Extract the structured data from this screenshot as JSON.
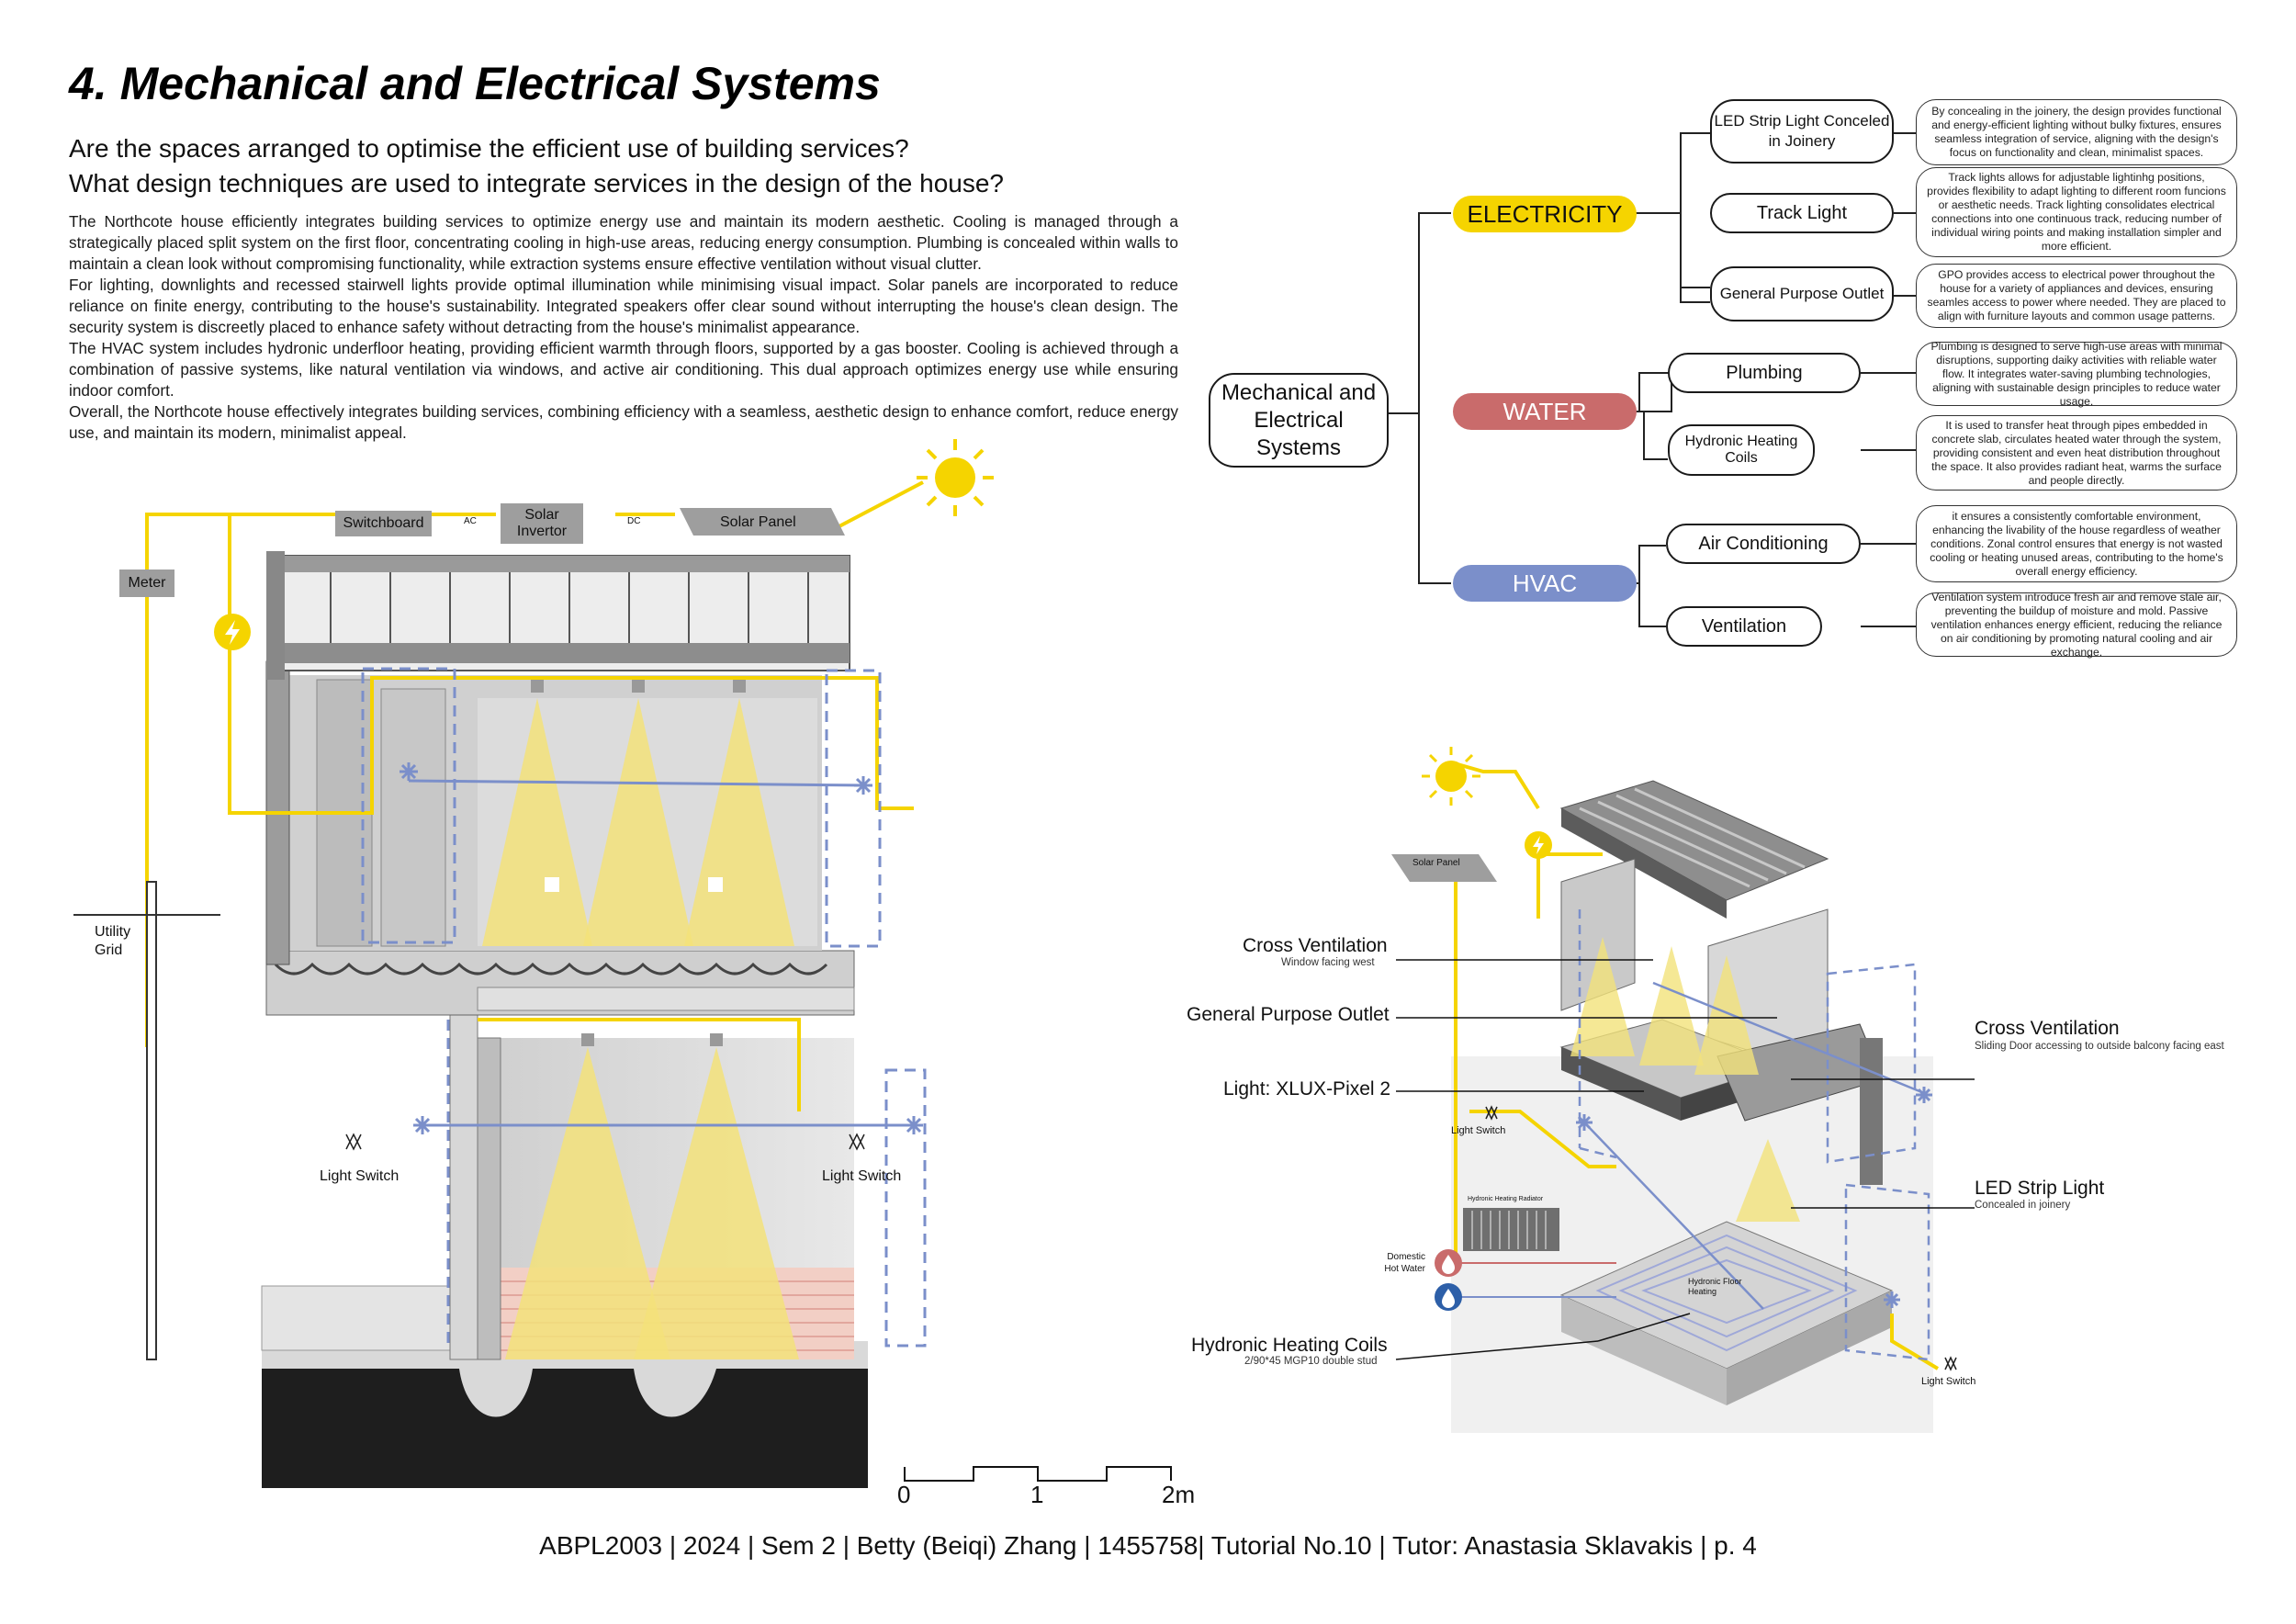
{
  "header": {
    "title": "4. Mechanical and Electrical Systems",
    "question1": "Are the spaces arranged to optimise the efficient use of building services?",
    "question2": "What design techniques are used to integrate services in the design of the house?"
  },
  "body": {
    "p1": "The Northcote house efficiently integrates building services to optimize energy use and maintain its modern aesthetic. Cooling is managed through a strategically placed split system on the first floor, concentrating cooling in high-use areas, reducing energy consumption. Plumbing is concealed within walls to maintain a clean look without compromising functionality, while extraction systems ensure effective ventilation without visual clutter.",
    "p2": "For lighting, downlights and recessed stairwell lights provide optimal illumination while minimising visual impact. Solar panels are incorporated to reduce reliance on finite energy, contributing to the house's sustainability. Integrated speakers offer clear sound without interrupting the house's clean design. The security system is discreetly placed to enhance safety without detracting from the house's minimalist appearance.",
    "p3": "The HVAC system includes hydronic underfloor heating, providing efficient warmth through floors, supported by a gas booster. Cooling is achieved through a combination of passive systems, like natural ventilation via windows, and active air conditioning. This dual approach optimizes energy use while ensuring indoor comfort.",
    "p4": "Overall, the Northcote house effectively integrates building services, combining efficiency with a seamless, aesthetic design to enhance comfort, reduce energy use, and maintain its modern, minimalist appeal."
  },
  "mindmap": {
    "root": "Mechanical and Electrical Systems",
    "categories": [
      {
        "label": "ELECTRICITY",
        "color": "#f5d400",
        "text_color": "#111111"
      },
      {
        "label": "WATER",
        "color": "#c96b6b",
        "text_color": "#ffffff"
      },
      {
        "label": "HVAC",
        "color": "#7b8fca",
        "text_color": "#ffffff"
      }
    ],
    "items": [
      {
        "label": "LED Strip Light Conceled in Joinery",
        "desc": "By concealing in the joinery, the design provides functional and energy-efficient lighting without bulky fixtures, ensures seamless integration of service, aligning with the design's focus on functionality and clean, minimalist spaces."
      },
      {
        "label": "Track Light",
        "desc": "Track lights allows for adjustable lightinhg positions, provides flexibility to adapt lighting to different room funcions or aesthetic needs. Track lighting consolidates electrical connections into one continuous track, reducing number of individual wiring points and making installation simpler and more efficient."
      },
      {
        "label": "General Purpose Outlet",
        "desc": "GPO provides access to electrical power throughout the house for a variety of appliances and devices, ensuring seamles access to power where needed. They are placed to align with furniture layouts and common usage patterns."
      },
      {
        "label": "Plumbing",
        "desc": "Plumbing is designed to serve high-use areas with minimal disruptions, supporting daiky activities with reliable water flow. It integrates water-saving plumbing technologies, aligning with sustainable design principles to reduce water usage."
      },
      {
        "label": "Hydronic Heating Coils",
        "desc": "It is used to transfer heat through pipes embedded in concrete slab, circulates heated water through the system, providing consistent and even heat distribution throughout the space. It also provides radiant heat, warms the surface and people directly."
      },
      {
        "label": "Air Conditioning",
        "desc": "it ensures a consistently comfortable environment, enhancing the livability of the house regardless of weather conditions. Zonal control ensures that energy is not wasted cooling or heating unused areas, contributing to the home's overall energy efficiency."
      },
      {
        "label": "Ventilation",
        "desc": "Ventilation system introduce fresh air and remove stale air, preventing the buildup of moisture and mold. Passive ventilation enhances energy efficient, reducing the reliance on air conditioning by promoting natural cooling and air exchange."
      }
    ]
  },
  "section": {
    "switchboard": "Switchboard",
    "ac": "AC",
    "solar_invertor": "Solar Invertor",
    "dc": "DC",
    "solar_panel": "Solar Panel",
    "meter": "Meter",
    "utility_grid": "Utility Grid",
    "light_switch_left": "Light Switch",
    "light_switch_right": "Light Switch"
  },
  "axo": {
    "solar_panel": "Solar Panel",
    "cross_ventilation_left": "Cross Ventilation",
    "cross_ventilation_left_sub": "Window facing  west",
    "gpo": "General Purpose Outlet",
    "light": "Light: XLUX-Pixel 2",
    "light_switch_top": "Light Switch",
    "radiator": "Hydronic Heating Radiator",
    "domestic_hot_water": "Domestic Hot Water",
    "floor_heating": "Hydronic Floor Heating",
    "coils": "Hydronic Heating Coils",
    "coils_sub": "2/90*45 MGP10 double stud",
    "cross_ventilation_right": "Cross Ventilation",
    "cross_ventilation_right_sub": "Sliding Door accessing to outside balcony facing east",
    "led_strip": "LED Strip Light",
    "led_strip_sub": "Concealed in joinery",
    "light_switch_bottom": "Light Switch"
  },
  "scale": {
    "t0": "0",
    "t1": "1",
    "t2": "2m"
  },
  "footer": "ABPL2003 | 2024 | Sem 2 | Betty (Beiqi) Zhang | 1455758| Tutorial No.10 | Tutor: Anastasia Sklavakis | p. 4",
  "colors": {
    "electric": "#f5d400",
    "water": "#c96b6b",
    "hvac": "#7b8fca",
    "light_cone": "#f3e27a"
  }
}
